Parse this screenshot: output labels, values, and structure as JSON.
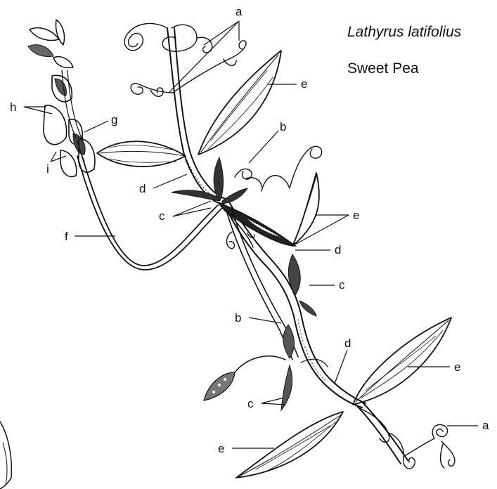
{
  "title": {
    "latin_name": "Lathyrus latifolius",
    "common_name": "Sweet Pea"
  },
  "labels": {
    "a": "a",
    "b": "b",
    "c": "c",
    "d": "d",
    "e": "e",
    "f": "f",
    "g": "g",
    "h": "h",
    "i": "i"
  }
}
